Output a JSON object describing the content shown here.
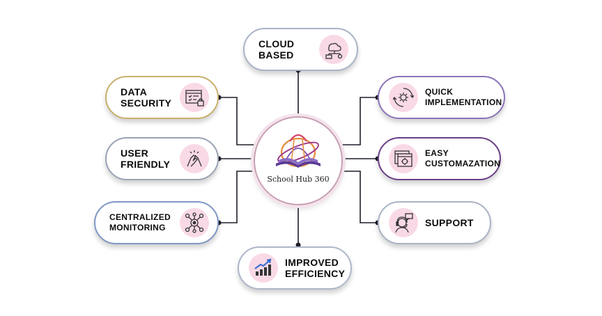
{
  "center": {
    "brand": "School Hub 360"
  },
  "features": [
    {
      "id": "cloud-based",
      "label": "CLOUD\nBASED",
      "icon": "cloud-network-icon"
    },
    {
      "id": "data-security",
      "label": "DATA\nSECURITY",
      "icon": "security-checklist-icon"
    },
    {
      "id": "user-friendly",
      "label": "USER\nFRIENDLY",
      "icon": "handshake-icon"
    },
    {
      "id": "centralized-monitoring",
      "label": "CENTRALIZED\nMONITORING",
      "icon": "monitoring-hub-icon"
    },
    {
      "id": "improved-efficiency",
      "label": "IMPROVED\nEFFICIENCY",
      "icon": "growth-chart-icon"
    },
    {
      "id": "quick-implementation",
      "label": "QUICK\nIMPLEMENTATION",
      "icon": "gear-cycle-icon"
    },
    {
      "id": "easy-customization",
      "label": "EASY\nCUSTOMAZATION",
      "icon": "settings-window-icon"
    },
    {
      "id": "support",
      "label": "SUPPORT",
      "icon": "support-agent-icon"
    }
  ],
  "colors": {
    "connector": "#1e1e2a",
    "icon_bg": "#f9d9e6",
    "cloud-based": "#a9b3c6",
    "data-security": "#c9b06a",
    "user-friendly": "#9aa3b4",
    "centralized-monitoring": "#7f97c4",
    "improved-efficiency": "#aeb7c8",
    "quick-implementation": "#8b74b8",
    "easy-customization": "#6a3f86",
    "support": "#aab2c4"
  }
}
